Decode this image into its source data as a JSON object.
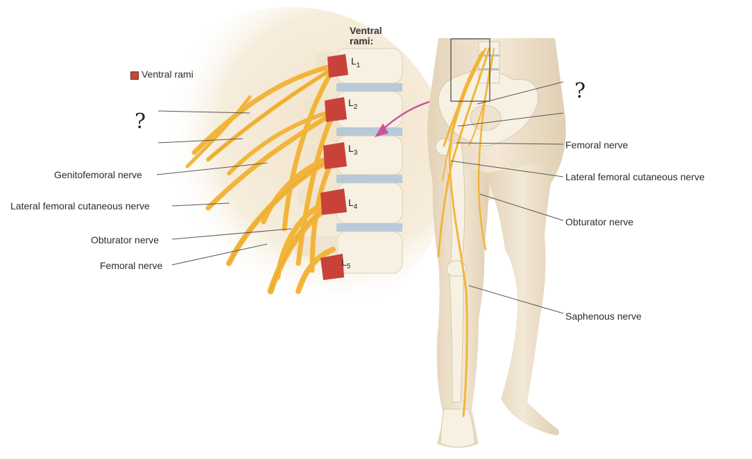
{
  "legend": {
    "ventral_rami": "Ventral rami"
  },
  "header": {
    "ventral_rami_line1": "Ventral",
    "ventral_rami_line2": "rami:"
  },
  "vertebrae": [
    {
      "letter": "L",
      "num": "1"
    },
    {
      "letter": "L",
      "num": "2"
    },
    {
      "letter": "L",
      "num": "3"
    },
    {
      "letter": "L",
      "num": "4"
    },
    {
      "letter": "L",
      "num": "5"
    }
  ],
  "left_labels": {
    "unknown_1": "?",
    "genitofemoral": "Genitofemoral nerve",
    "lateral_femoral_cutaneous": "Lateral femoral cutaneous nerve",
    "obturator": "Obturator nerve",
    "femoral": "Femoral nerve"
  },
  "right_labels": {
    "unknown_2": "?",
    "femoral": "Femoral nerve",
    "lateral_femoral_cutaneous": "Lateral femoral cutaneous nerve",
    "obturator": "Obturator nerve",
    "saphenous": "Saphenous nerve"
  },
  "colors": {
    "nerve": "#f2b53a",
    "nerve_dark": "#d8962a",
    "ramus": "#c9423a",
    "skin": "#efe3cf",
    "bone": "#f7f1e4",
    "disc": "#a9c2d8",
    "arrow": "#c8559a"
  }
}
